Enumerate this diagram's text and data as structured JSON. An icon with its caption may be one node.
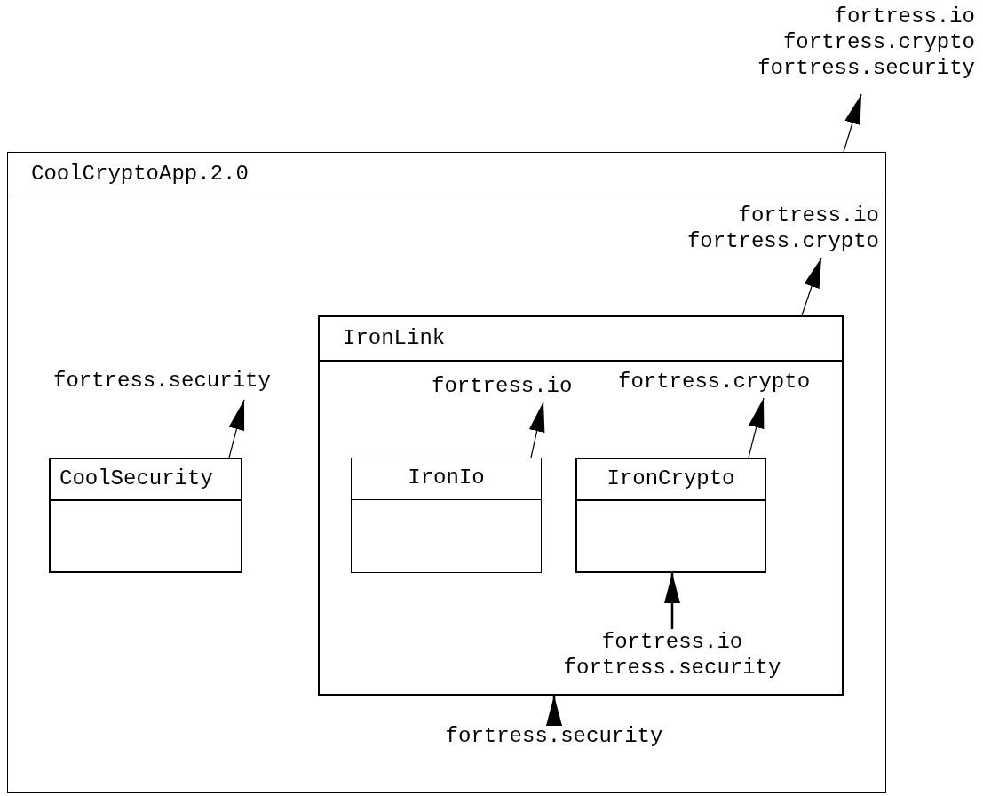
{
  "diagram": {
    "nodes": [
      {
        "text": [
          "CoolCryptoApp.2.0"
        ]
      },
      {
        "text": [
          "fortress.io",
          "fortress.crypto",
          "fortress.security"
        ]
      },
      {
        "text": [
          "fortress.io",
          "fortress.crypto"
        ],
        "in": 0
      },
      {
        "text": [
          "IronLink"
        ],
        "in": 0
      },
      {
        "text": [
          "fortress.security"
        ],
        "in": 0
      },
      {
        "text": [
          "CoolSecurity"
        ],
        "in": 0
      },
      {
        "text": [
          "fortress.io"
        ],
        "in": 3
      },
      {
        "text": [
          "fortress.crypto"
        ],
        "in": 3
      },
      {
        "text": [
          "IronIo"
        ],
        "in": 3
      },
      {
        "text": [
          "IronCrypto"
        ],
        "in": 3
      },
      {
        "text": [
          "fortress.io",
          "fortress.security"
        ],
        "in": 3
      },
      {
        "text": [
          "fortress.security"
        ],
        "in": 0
      }
    ],
    "edges": [
      {
        "from": 0,
        "to": 1,
        "arrow": "to"
      },
      {
        "from": 3,
        "to": 2,
        "arrow": "to"
      },
      {
        "from": 5,
        "to": 4,
        "arrow": "to"
      },
      {
        "from": 8,
        "to": 6,
        "arrow": "to"
      },
      {
        "from": 9,
        "to": 7,
        "arrow": "to"
      },
      {
        "from": 10,
        "to": 9,
        "arrow": "to"
      },
      {
        "from": 11,
        "to": 3,
        "arrow": "to"
      }
    ]
  }
}
